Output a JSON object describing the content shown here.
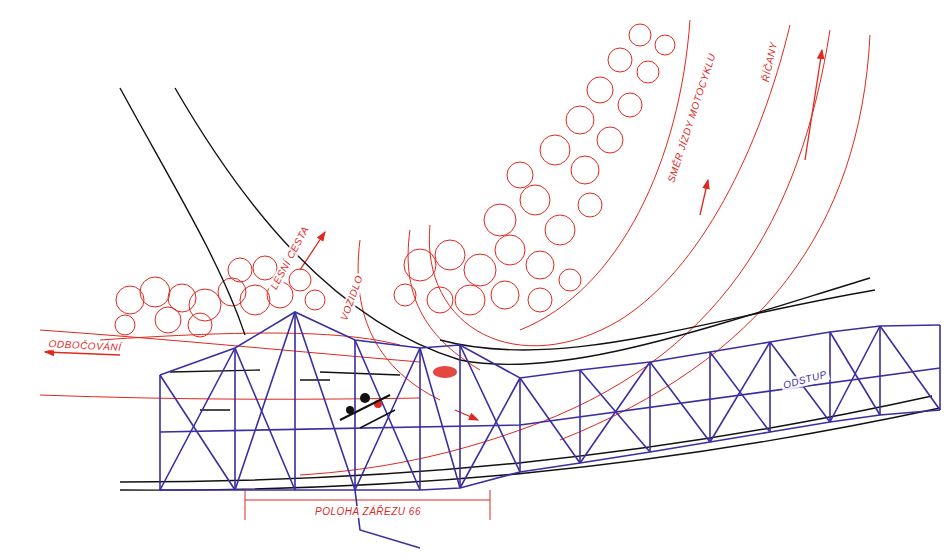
{
  "diagram": {
    "labels": [
      "ODBOČOVÁNÍ",
      "LESNÍ CESTA",
      "VOZIDLO",
      "SMĚR JÍZDY MOTOCYKLU",
      "ŘÍČANY",
      "POLOHA ZÁŘEZU 66",
      "ODSTUP"
    ]
  }
}
